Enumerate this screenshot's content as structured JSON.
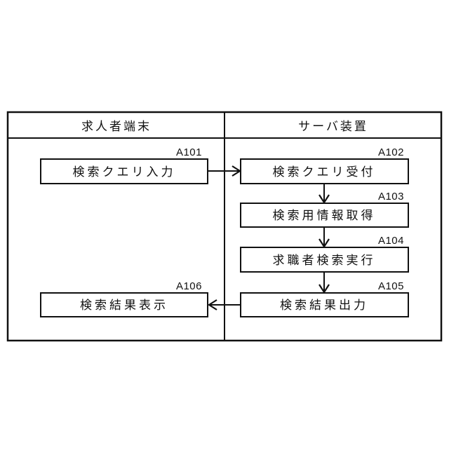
{
  "figure": {
    "type": "swimlane-flowchart",
    "colors": {
      "line": "#111111",
      "background": "#ffffff"
    },
    "lanes": [
      {
        "id": "recruiter-terminal",
        "title": "求人者端末"
      },
      {
        "id": "server-device",
        "title": "サーバ装置"
      }
    ],
    "nodes": [
      {
        "ref": "A101",
        "label": "検索クエリ入力",
        "lane": "recruiter-terminal"
      },
      {
        "ref": "A102",
        "label": "検索クエリ受付",
        "lane": "server-device"
      },
      {
        "ref": "A103",
        "label": "検索用情報取得",
        "lane": "server-device"
      },
      {
        "ref": "A104",
        "label": "求職者検索実行",
        "lane": "server-device"
      },
      {
        "ref": "A105",
        "label": "検索結果出力",
        "lane": "server-device"
      },
      {
        "ref": "A106",
        "label": "検索結果表示",
        "lane": "recruiter-terminal"
      }
    ],
    "edges": [
      {
        "from": "A101",
        "to": "A102",
        "direction": "right"
      },
      {
        "from": "A102",
        "to": "A103",
        "direction": "down"
      },
      {
        "from": "A103",
        "to": "A104",
        "direction": "down"
      },
      {
        "from": "A104",
        "to": "A105",
        "direction": "down"
      },
      {
        "from": "A105",
        "to": "A106",
        "direction": "left"
      }
    ]
  }
}
